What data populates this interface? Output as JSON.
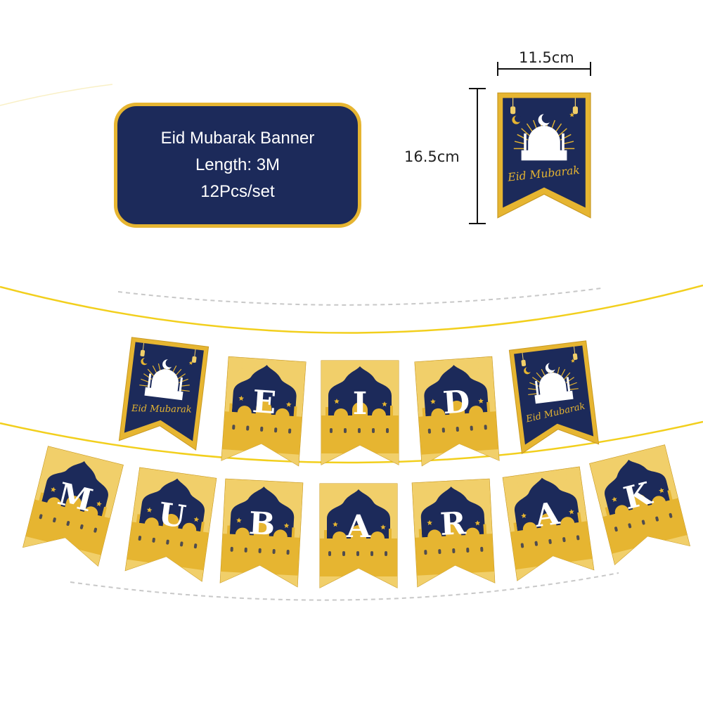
{
  "info": {
    "title": "Eid Mubarak Banner",
    "length": "Length: 3M",
    "count": "12Pcs/set"
  },
  "dimensions": {
    "width": "11.5cm",
    "height": "16.5cm"
  },
  "sample_flag": {
    "script_text": "Eid Mubarak"
  },
  "garland": {
    "top_row": [
      {
        "type": "emblem",
        "text": "Eid Mubarak"
      },
      {
        "type": "letter",
        "text": "E"
      },
      {
        "type": "letter",
        "text": "I"
      },
      {
        "type": "letter",
        "text": "D"
      },
      {
        "type": "emblem",
        "text": "Eid Mubarak"
      }
    ],
    "bottom_row": [
      {
        "type": "letter",
        "text": "M"
      },
      {
        "type": "letter",
        "text": "U"
      },
      {
        "type": "letter",
        "text": "B"
      },
      {
        "type": "letter",
        "text": "A"
      },
      {
        "type": "letter",
        "text": "R"
      },
      {
        "type": "letter",
        "text": "A"
      },
      {
        "type": "letter",
        "text": "K"
      }
    ]
  },
  "colors": {
    "navy": "#1c2a5a",
    "gold": "#e6b531",
    "light_gold": "#f1cf6a",
    "string": "#f2cf1d",
    "dashed_line": "#c8c8c8",
    "white": "#ffffff"
  }
}
